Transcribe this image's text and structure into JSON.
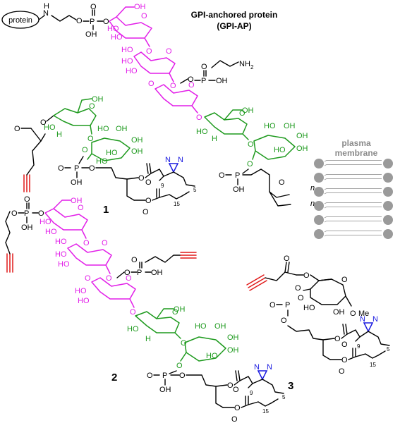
{
  "title": {
    "line1": "GPI-anchored protein",
    "line2": "(GPI-AP)"
  },
  "protein_label": "protein",
  "membrane_label": {
    "line1": "plasma",
    "line2": "membrane"
  },
  "compound_labels": {
    "c1": "1",
    "c2": "2",
    "c3": "3"
  },
  "atoms": {
    "H": "H",
    "N": "N",
    "O": "O",
    "P": "P",
    "OH": "OH",
    "HO": "HO",
    "NH2": "NH",
    "H2N": "H",
    "Me": "Me",
    "n": "n"
  },
  "chain_subscripts": {
    "five": "5",
    "nine": "9",
    "fifteen": "15",
    "two": "2"
  },
  "colors": {
    "mannose": "#e21ee8",
    "glucosamine_inositol": "#1e9a1e",
    "alkyne": "#e01818",
    "diazirine": "#1a1ae0",
    "membrane": "#9a9a9a"
  }
}
